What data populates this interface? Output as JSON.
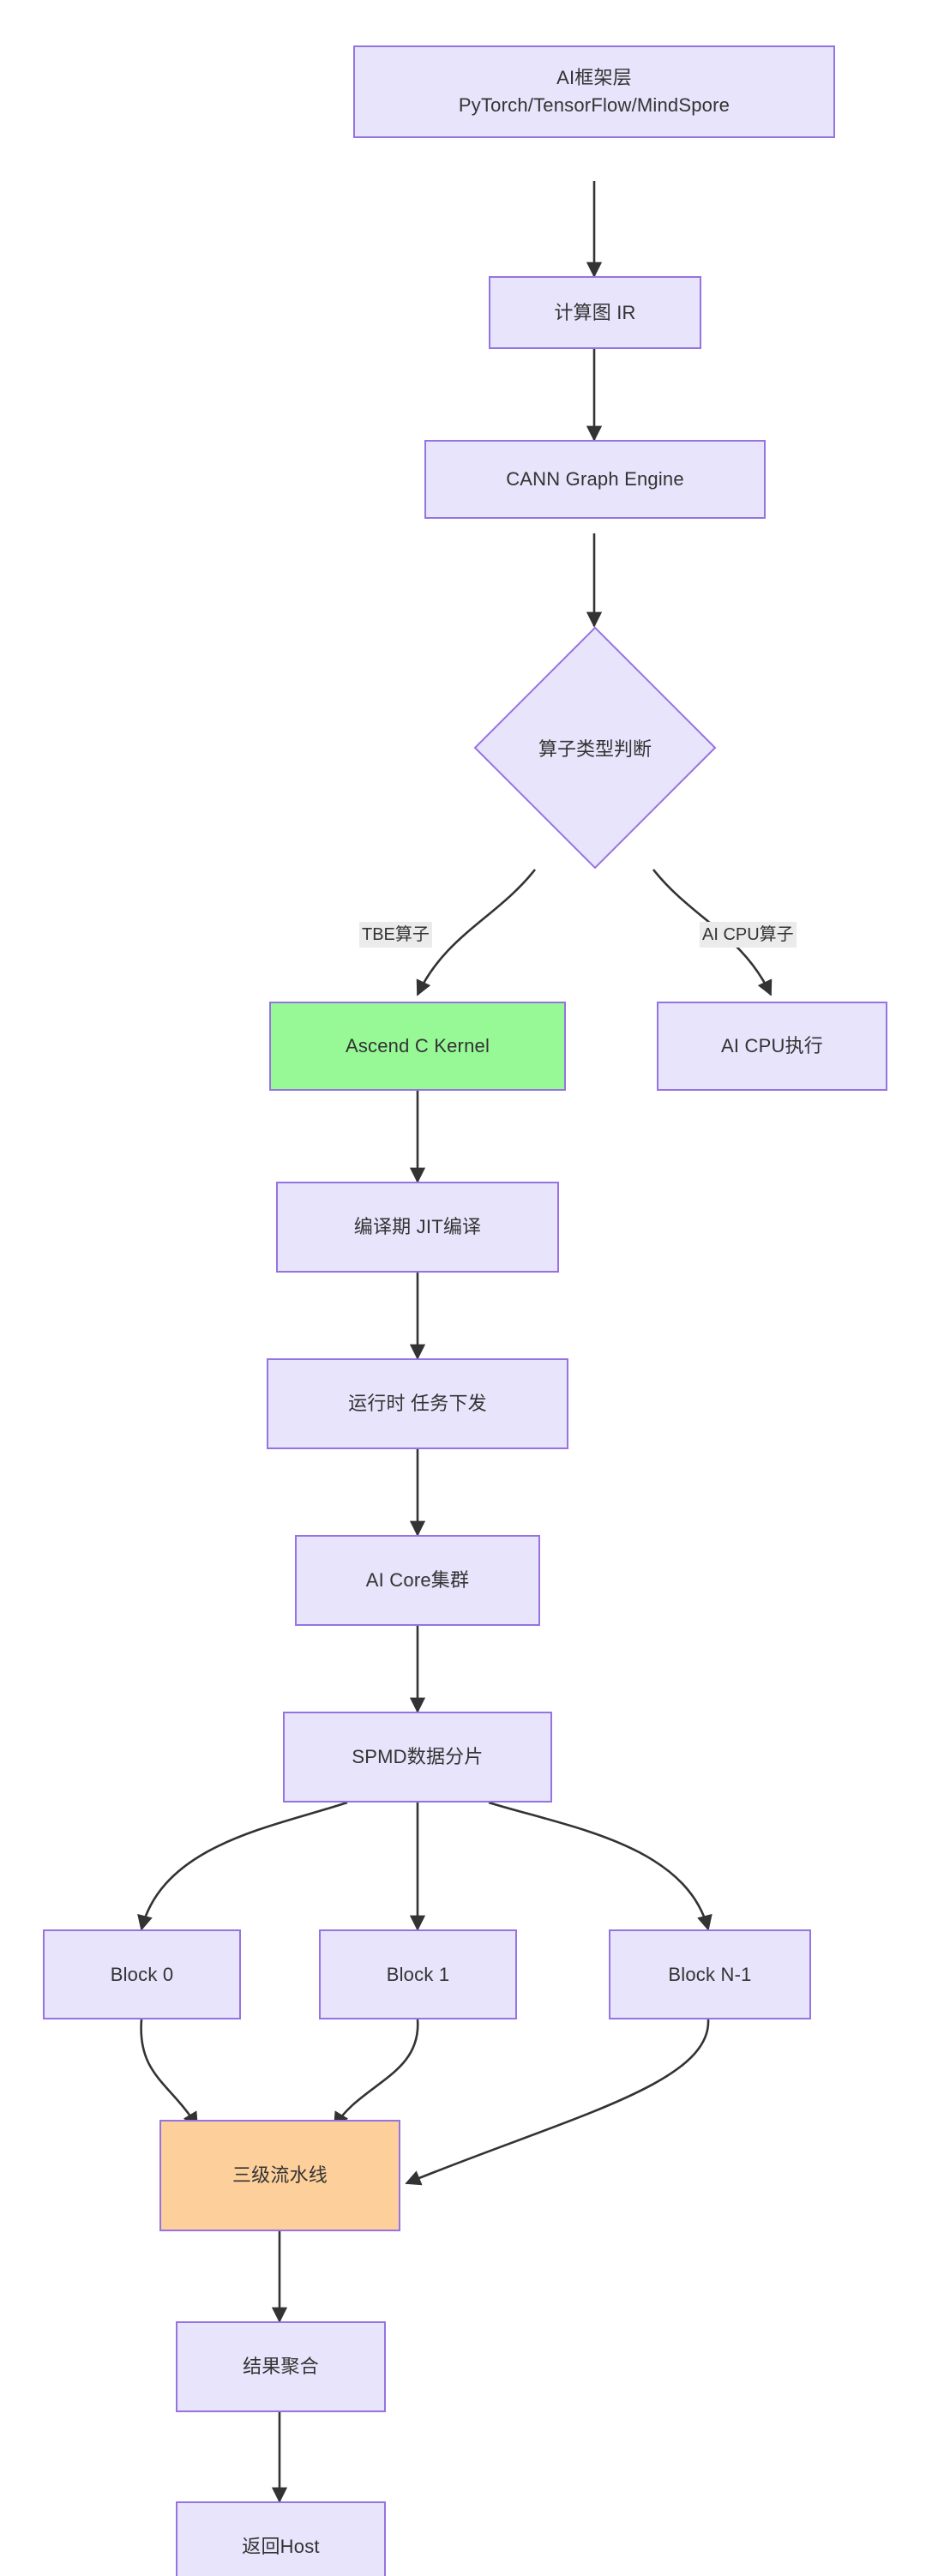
{
  "diagram": {
    "type": "flowchart",
    "direction": "top-down",
    "theme": {
      "node_fill": "#e7e4fb",
      "node_stroke": "#9673e0",
      "text_color": "#333333",
      "edge_color": "#333333",
      "highlight_green": "#96f996",
      "highlight_orange": "#fdcf9a",
      "edge_label_bg": "#ebebeb",
      "background": "#ffffff"
    },
    "nodes": [
      {
        "id": "framework",
        "label": "AI框架层\nPyTorch/TensorFlow/MindSpore",
        "shape": "rect",
        "style": "default"
      },
      {
        "id": "ir",
        "label": "计算图 IR",
        "shape": "rect",
        "style": "default"
      },
      {
        "id": "cann",
        "label": "CANN Graph Engine",
        "shape": "rect",
        "style": "default"
      },
      {
        "id": "decision",
        "label": "算子类型判断",
        "shape": "diamond",
        "style": "default"
      },
      {
        "id": "kernel",
        "label": "Ascend C Kernel",
        "shape": "rect",
        "style": "green"
      },
      {
        "id": "aicpu",
        "label": "AI CPU执行",
        "shape": "rect",
        "style": "default"
      },
      {
        "id": "jit",
        "label": "编译期 JIT编译",
        "shape": "rect",
        "style": "default"
      },
      {
        "id": "runtime",
        "label": "运行时 任务下发",
        "shape": "rect",
        "style": "default"
      },
      {
        "id": "aicore",
        "label": "AI Core集群",
        "shape": "rect",
        "style": "default"
      },
      {
        "id": "spmd",
        "label": "SPMD数据分片",
        "shape": "rect",
        "style": "default"
      },
      {
        "id": "block0",
        "label": "Block 0",
        "shape": "rect",
        "style": "default"
      },
      {
        "id": "block1",
        "label": "Block 1",
        "shape": "rect",
        "style": "default"
      },
      {
        "id": "blockn",
        "label": "Block N-1",
        "shape": "rect",
        "style": "default"
      },
      {
        "id": "pipeline",
        "label": "三级流水线",
        "shape": "rect",
        "style": "orange"
      },
      {
        "id": "aggregate",
        "label": "结果聚合",
        "shape": "rect",
        "style": "default"
      },
      {
        "id": "host",
        "label": "返回Host",
        "shape": "rect",
        "style": "default"
      }
    ],
    "edges": [
      {
        "from": "framework",
        "to": "ir",
        "label": ""
      },
      {
        "from": "ir",
        "to": "cann",
        "label": ""
      },
      {
        "from": "cann",
        "to": "decision",
        "label": ""
      },
      {
        "from": "decision",
        "to": "kernel",
        "label": "TBE算子"
      },
      {
        "from": "decision",
        "to": "aicpu",
        "label": "AI CPU算子"
      },
      {
        "from": "kernel",
        "to": "jit",
        "label": ""
      },
      {
        "from": "jit",
        "to": "runtime",
        "label": ""
      },
      {
        "from": "runtime",
        "to": "aicore",
        "label": ""
      },
      {
        "from": "aicore",
        "to": "spmd",
        "label": ""
      },
      {
        "from": "spmd",
        "to": "block0",
        "label": ""
      },
      {
        "from": "spmd",
        "to": "block1",
        "label": ""
      },
      {
        "from": "spmd",
        "to": "blockn",
        "label": ""
      },
      {
        "from": "block0",
        "to": "pipeline",
        "label": ""
      },
      {
        "from": "block1",
        "to": "pipeline",
        "label": ""
      },
      {
        "from": "blockn",
        "to": "pipeline",
        "label": ""
      },
      {
        "from": "pipeline",
        "to": "aggregate",
        "label": ""
      },
      {
        "from": "aggregate",
        "to": "host",
        "label": ""
      }
    ],
    "edge_labels": {
      "tbe": "TBE算子",
      "aicpu": "AI CPU算子"
    }
  }
}
